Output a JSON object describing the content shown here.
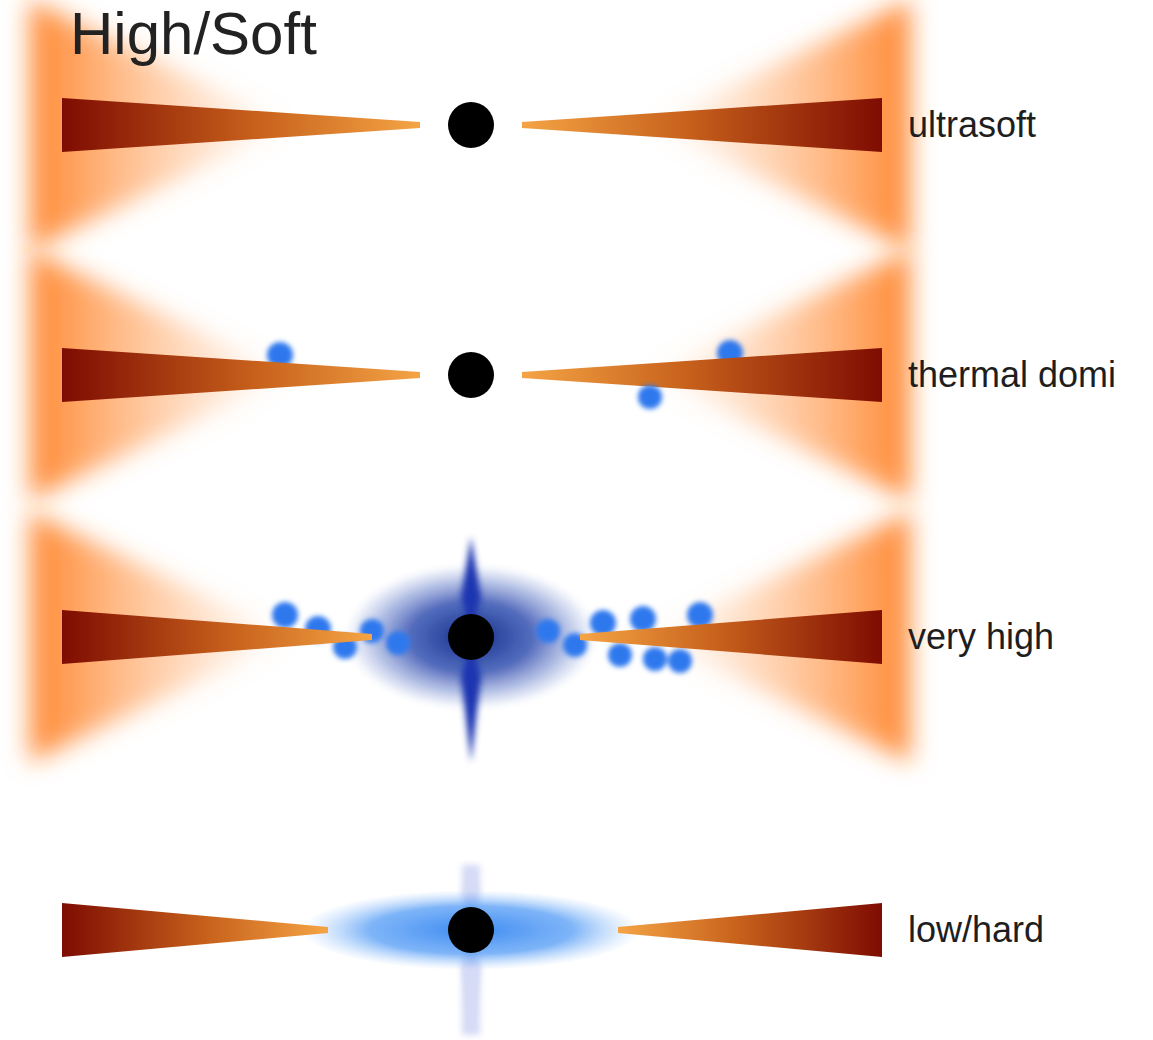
{
  "diagram": {
    "title": "High/Soft",
    "labels": [
      "ultrasoft",
      "thermal domi",
      "very high",
      "low/hard"
    ]
  }
}
